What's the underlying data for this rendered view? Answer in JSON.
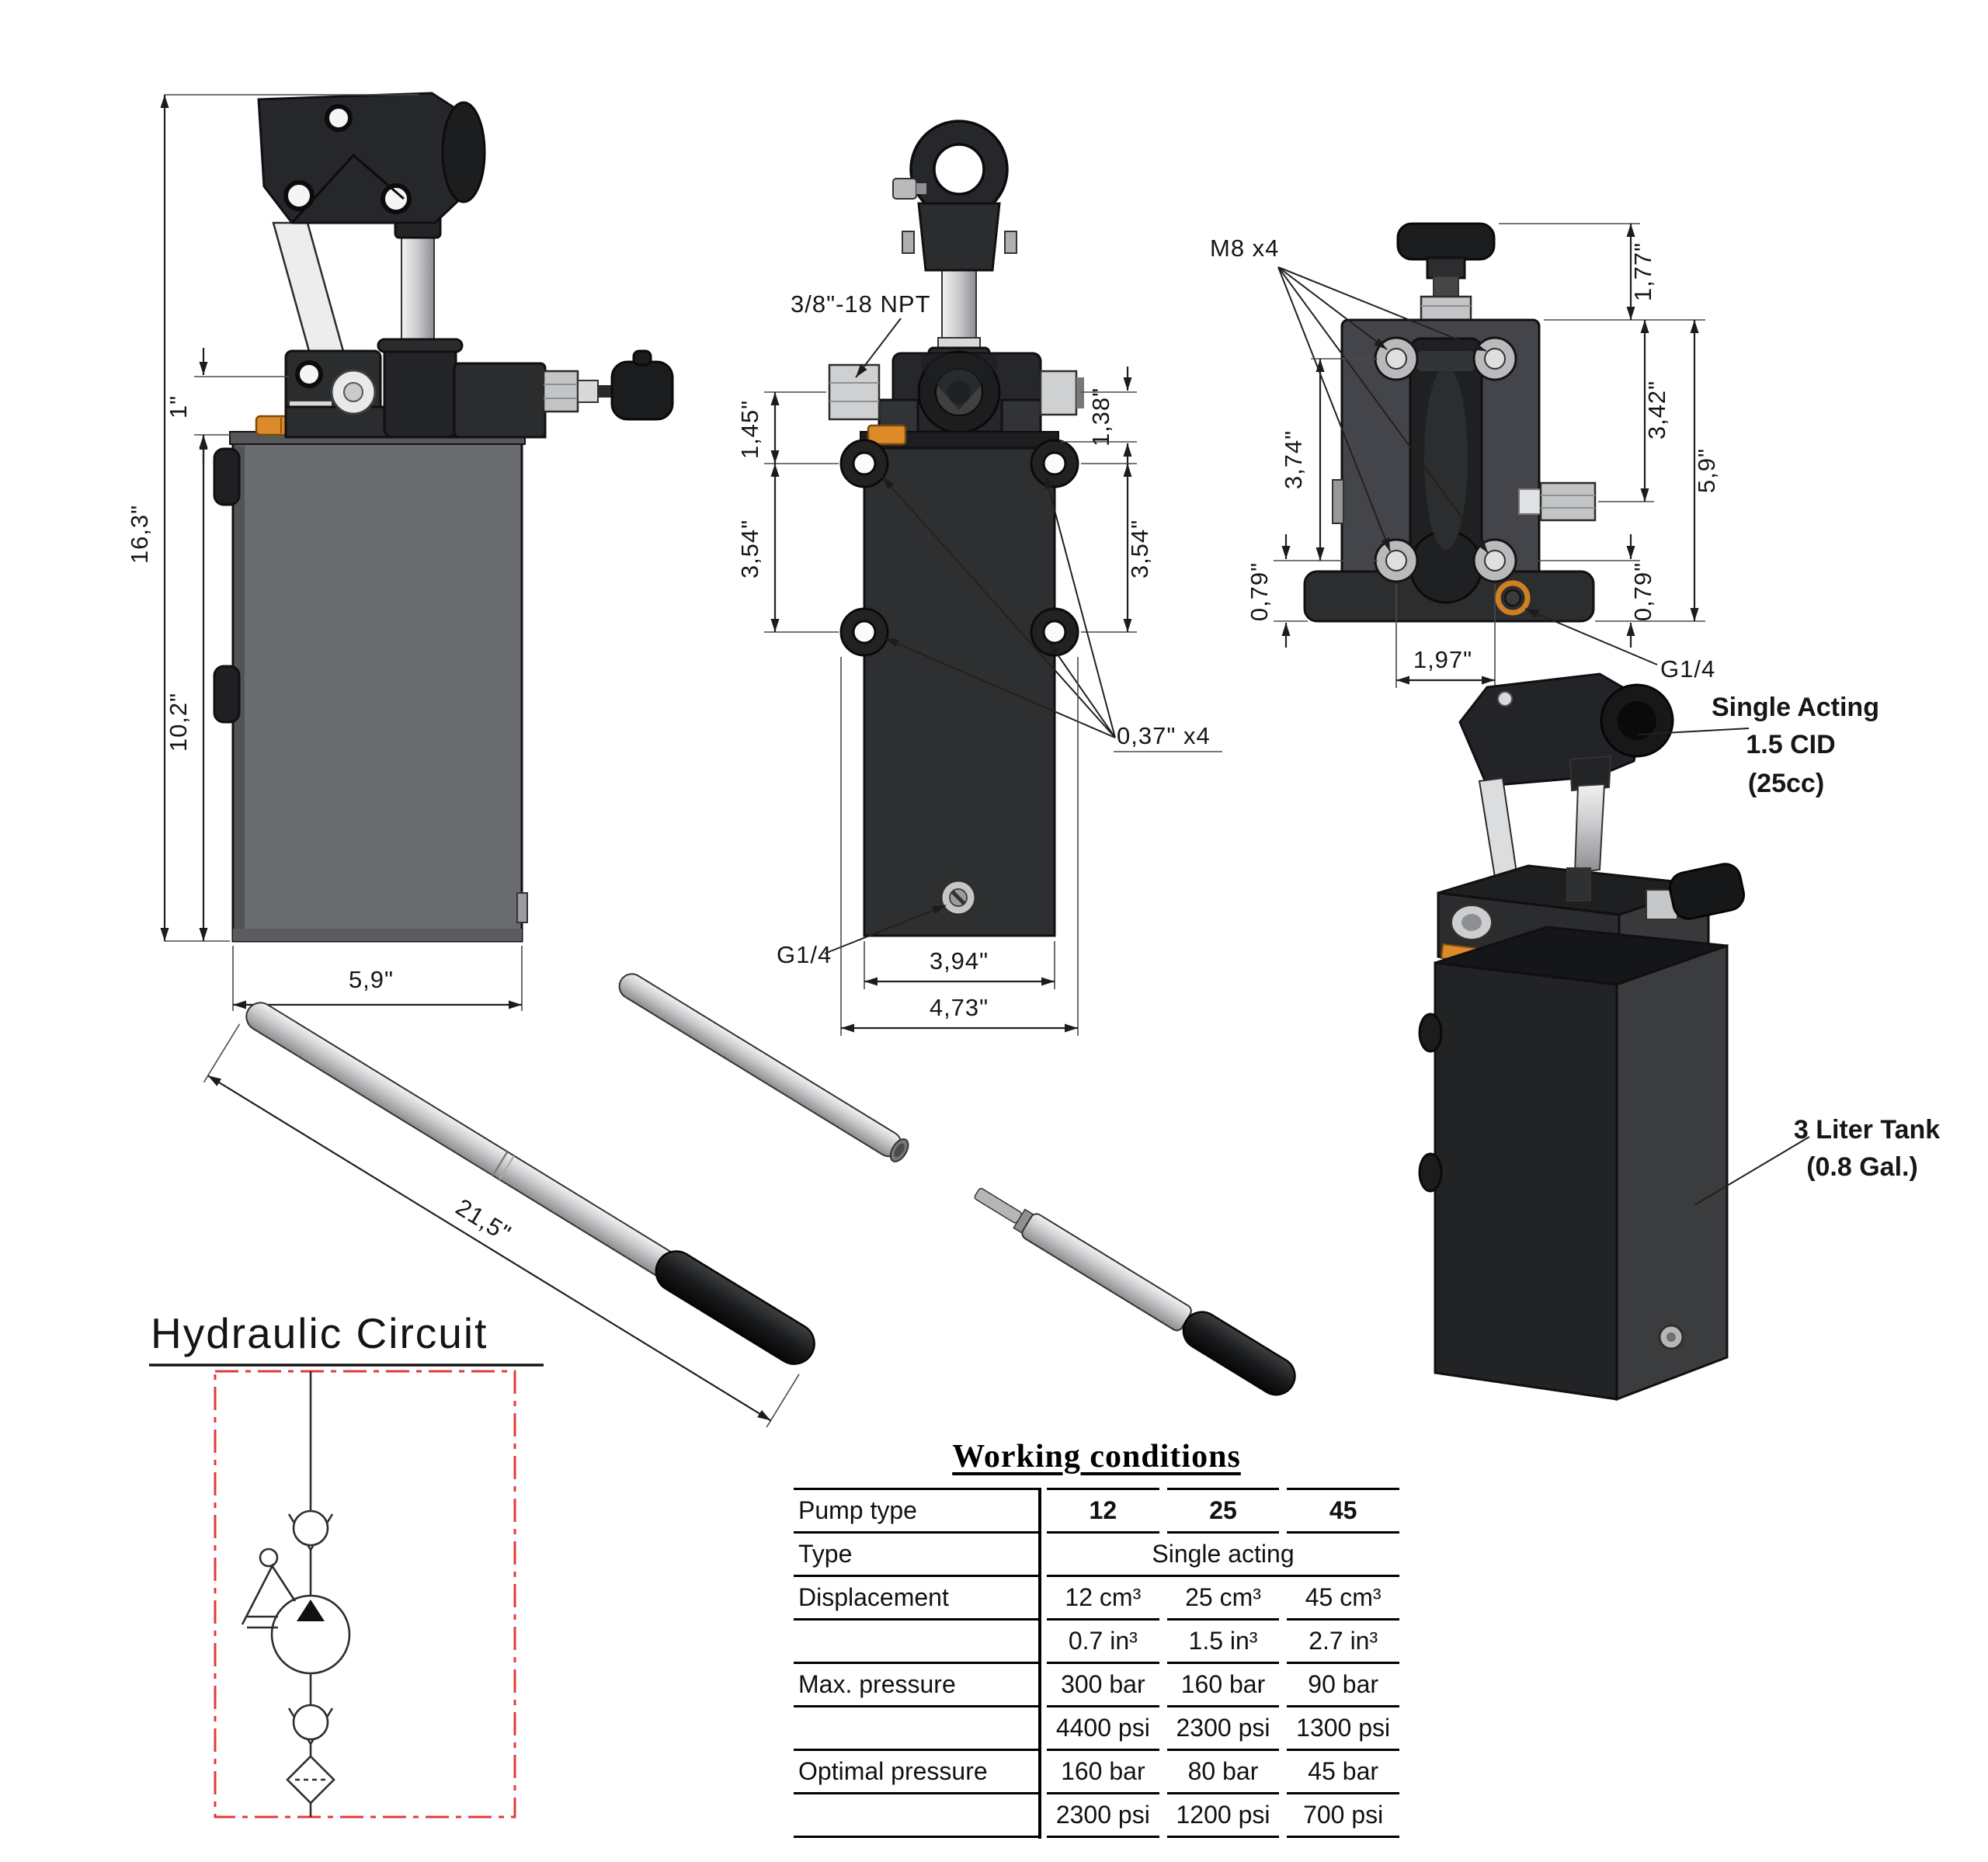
{
  "colors": {
    "ink": "#1a1a1a",
    "tank_gray_side": "#6a6b6e",
    "tank_dark_front": "#2e2f31",
    "part_black": "#26272a",
    "metal_light": "#c9cacc",
    "orange_plug": "#dd8a28",
    "circuit_red": "#e23b3b"
  },
  "side_view": {
    "dim_overall_height": "16,3\"",
    "dim_head_height": "1\"",
    "dim_tank_height": "10,2\"",
    "dim_width": "5,9\""
  },
  "front_view": {
    "port_label": "3/8\"-18 NPT",
    "dim_port_to_lug": "1,45\"",
    "dim_lug_spacing_left": "3,54\"",
    "dim_port_to_tank_top": "1,38\"",
    "dim_lug_spacing_right": "3,54\"",
    "mount_holes_label": "0,37\" x4",
    "drain_label": "G1/4",
    "dim_tank_width": "3,94\"",
    "dim_overall_width": "4,73\""
  },
  "top_view": {
    "bolts_label": "M8 x4",
    "dim_knob_height": "1,77\"",
    "dim_body_height": "3,42\"",
    "dim_overall_height": "5,9\"",
    "dim_bolt_spacing_v": "3,74\"",
    "dim_base_offset_left": "0,79\"",
    "dim_base_offset_right": "0,79\"",
    "dim_bolt_spacing_h": "1,97\"",
    "port_label": "G1/4"
  },
  "iso_view": {
    "pump_label": [
      "Single Acting",
      "1.5 CID",
      "(25cc)"
    ],
    "tank_label": [
      "3 Liter Tank",
      "(0.8 Gal.)"
    ]
  },
  "handle": {
    "dim_length": "21,5\""
  },
  "circuit": {
    "title": "Hydraulic Circuit"
  },
  "spec_table": {
    "title": "Working conditions",
    "pump_type_row": {
      "label": "Pump type",
      "cols": [
        "12",
        "25",
        "45"
      ]
    },
    "type_row": {
      "label": "Type",
      "value": "Single acting"
    },
    "rows": [
      {
        "label": "Displacement",
        "cols": [
          "12 cm³",
          "25 cm³",
          "45 cm³"
        ]
      },
      {
        "label": "",
        "cols": [
          "0.7 in³",
          "1.5 in³",
          "2.7 in³"
        ]
      },
      {
        "label": "Max. pressure",
        "cols": [
          "300 bar",
          "160 bar",
          "90 bar"
        ]
      },
      {
        "label": "",
        "cols": [
          "4400 psi",
          "2300 psi",
          "1300 psi"
        ]
      },
      {
        "label": "Optimal pressure",
        "cols": [
          "160 bar",
          "80 bar",
          "45 bar"
        ]
      },
      {
        "label": "",
        "cols": [
          "2300 psi",
          "1200 psi",
          "700 psi"
        ]
      }
    ]
  }
}
